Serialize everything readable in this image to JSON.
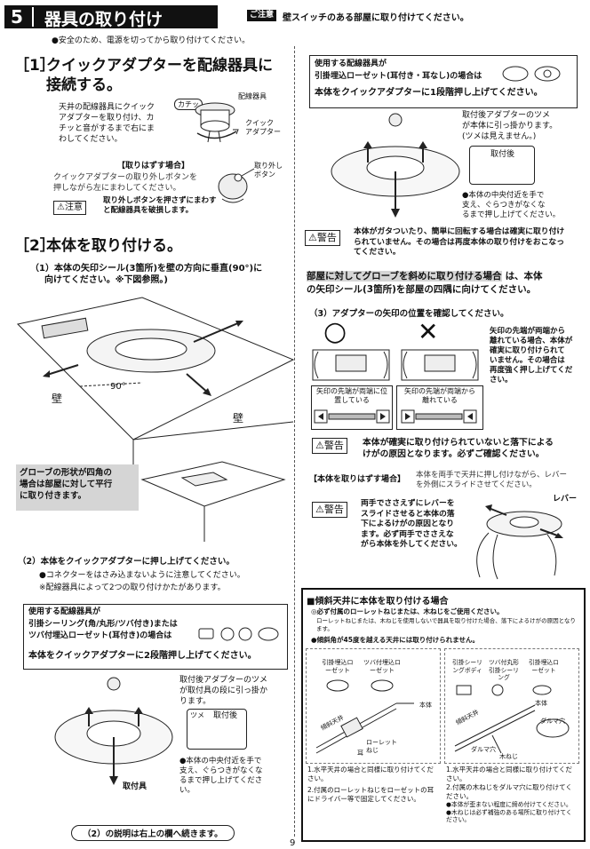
{
  "header": {
    "number": "5",
    "title": "器具の取り付け",
    "caution_badge": "ご注意",
    "caution_text": "壁スイッチのある部屋に取り付けてください。"
  },
  "safety_note": "●安全のため、電源を切ってから取り付けてください。",
  "step1": {
    "num": "［1］",
    "title_line1": "クイックアダプターを配線器具に",
    "title_line2": "接続する。",
    "body": [
      "天井の配線器具にクイック",
      "アダプターを取り付け、カ",
      "チッと音がするまで右にま",
      "わしてください。"
    ],
    "fig_label_kachi": "カチッ",
    "fig_label_wiring": "配線器具",
    "fig_label_quick": [
      "クイック",
      "アダプター"
    ],
    "remove_title": "【取りはずす場合】",
    "remove_body": [
      "クイックアダプターの取り外しボタンを",
      "押しながら左にまわしてください。"
    ],
    "remove_button_label": [
      "取り外し",
      "ボタン"
    ],
    "caution_badge": "注意",
    "caution_text": [
      "取り外しボタンを押さずにまわす",
      "と配線器具を破損します。"
    ]
  },
  "step2": {
    "num": "［2］",
    "title": "本体を取り付ける。",
    "sub1_line1": "（1）本体の矢印シール(3箇所)を壁の方向に垂直(90°)に",
    "sub1_line2": "向けてください。※下図参照。)",
    "angle": "90°",
    "wall1": "壁",
    "wall2": "壁",
    "square_glove": [
      "グローブの形状が四角の",
      "場合は部屋に対して平行",
      "に取り付きます。"
    ],
    "sub2": "（2）本体をクイックアダプターに押し上げてください。",
    "sub2_note1": "●コネクターをはさみ込まないように注意してください。",
    "sub2_note2": "※配線器具によって2つの取り付けかたがあります。",
    "box_title": "使用する配線器具が",
    "box_line2": "引掛シーリング(角/丸形/ツバ付き)または",
    "box_line3": "ツバ付埋込ローゼット(耳付き)の場合は",
    "box_instruction": "本体をクイックアダプターに2段階押し上げてください。",
    "fig_caption": [
      "取付後アダプターのツメ",
      "が取付具の段に引っ掛か",
      "ります。"
    ],
    "fig_after_label": "取付後",
    "fig_tsume_label": "ツメ",
    "fig_hold_note": [
      "●本体の中央付近を手で",
      "支え、ぐらつきがなくな",
      "るまで押し上げてくださ",
      "い。"
    ],
    "fig_base_label": "取付具",
    "continue_note": "（2）の説明は右上の欄へ続きます。"
  },
  "right": {
    "box_title": "使用する配線器具が",
    "box_line2": "引掛埋込ローゼット(耳付き・耳なし)の場合は",
    "box_instruction": "本体をクイックアダプターに1段階押し上げてください。",
    "fig_caption": [
      "取付後アダプターのツメ",
      "が本体に引っ掛かります。",
      "(ツメは見えません。)"
    ],
    "fig_after_label": "取付後",
    "fig_hold_note": [
      "●本体の中央付近を手で",
      "支え、ぐらつきがなくな",
      "るまで押し上げてください。"
    ],
    "warn_badge": "警告",
    "warn_text": [
      "本体がガタついたり、簡単に回転する場合は確実に取り付け",
      "られていません。その場合は再度本体の取り付けをおこなっ",
      "てください。"
    ],
    "diag_highlight": "部屋に対してグローブを斜めに取り付ける場合",
    "diag_line1_rest": "は、本体",
    "diag_line2": "の矢印シール(3箇所)を部屋の四隅に向けてください。",
    "sub3": "（3）アダプターの矢印の位置を確認してください。",
    "ok_symbol": "○",
    "ng_symbol": "✕",
    "ok_caption": [
      "矢印の先端が両端に位",
      "置している"
    ],
    "ng_caption": [
      "矢印の先端が両端から",
      "離れている"
    ],
    "side_note": [
      "矢印の先端が両端から",
      "離れている場合、本体が",
      "確実に取り付けられて",
      "いません。その場合は",
      "再度強く押し上げてくだ",
      "さい。"
    ],
    "warn2_text": [
      "本体が確実に取り付けられていないと落下による",
      "けがの原因となります。必ずご確認ください。"
    ],
    "remove_title": "【本体を取りはずす場合】",
    "remove_text": [
      "本体を両手で天井に押し付けながら、レバー",
      "を外側にスライドさせてください。"
    ],
    "warn3_text": [
      "両手でささえずにレバーを",
      "スライドさせると本体の落",
      "下によるけがの原因となり",
      "ます。必ず両手でささえな",
      "がら本体を外してください。"
    ],
    "lever_label": "レバー"
  },
  "slope": {
    "title": "■傾斜天井に本体を取り付ける場合",
    "note1": "◎必ず付属のローレットねじまたは、木ねじをご使用ください。",
    "note2": "ローレットねじまたは、木ねじを使用しないで器具を取り付けた場合、落下によるけがの原因となります。",
    "note3": "●傾斜角が45度を越える天井には取り付けられません。",
    "left_labels": [
      "引掛埋込ローゼット",
      "ツバ付埋込ローゼット"
    ],
    "right_labels": [
      "引掛シーリングボディ",
      "ツバ付丸形引掛シーリング",
      "引掛埋込ローゼット"
    ],
    "slope_label": "傾斜天井",
    "body_label": "本体",
    "knurl_label": "ローレットねじ",
    "ear_label": "耳",
    "dowel_label": "ダルマ穴",
    "wood_screw_label": "木ねじ",
    "left_steps": [
      "1.水平天井の場合と同様に取り付けてください。",
      "2.付属のローレットねじをローゼットの耳にドライバー等で固定してください。"
    ],
    "right_steps": [
      "1.水平天井の場合と同様に取り付けてください。",
      "2.付属の木ねじをダルマ穴に取り付けてください。",
      "●本体が歪まない程度に締め付けてください。",
      "●木ねじは必ず補強のある場所に取り付けてください。"
    ]
  },
  "page_number": "9"
}
